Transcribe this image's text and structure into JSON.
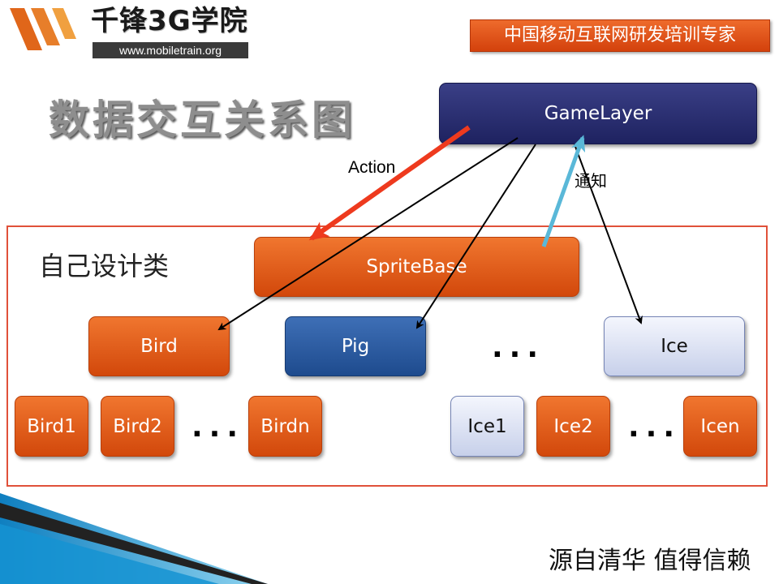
{
  "logo": {
    "name": "千锋3G学院",
    "url": "www.mobiletrain.org"
  },
  "slogan": "中国移动互联网研发培训专家",
  "title": "数据交互关系图",
  "frame_label": "自己设计类",
  "nodes": {
    "gamelayer": "GameLayer",
    "spritebase": "SpriteBase",
    "bird": "Bird",
    "pig": "Pig",
    "ice": "Ice",
    "bird1": "Bird1",
    "bird2": "Bird2",
    "birdn": "Birdn",
    "ice1": "Ice1",
    "ice2": "Ice2",
    "icen": "Icen"
  },
  "ellipsis": "...",
  "edge_labels": {
    "action": "Action",
    "notify": "通知"
  },
  "footer": "源自清华 值得信赖",
  "colors": {
    "orange": "#e05a1a",
    "navy": "#262a6e",
    "blue": "#2a5a9e",
    "light": "#d6dcf0",
    "red_arrow": "#ee3a1e",
    "cyan_arrow": "#5ab8d8",
    "frame": "#e0513a"
  }
}
